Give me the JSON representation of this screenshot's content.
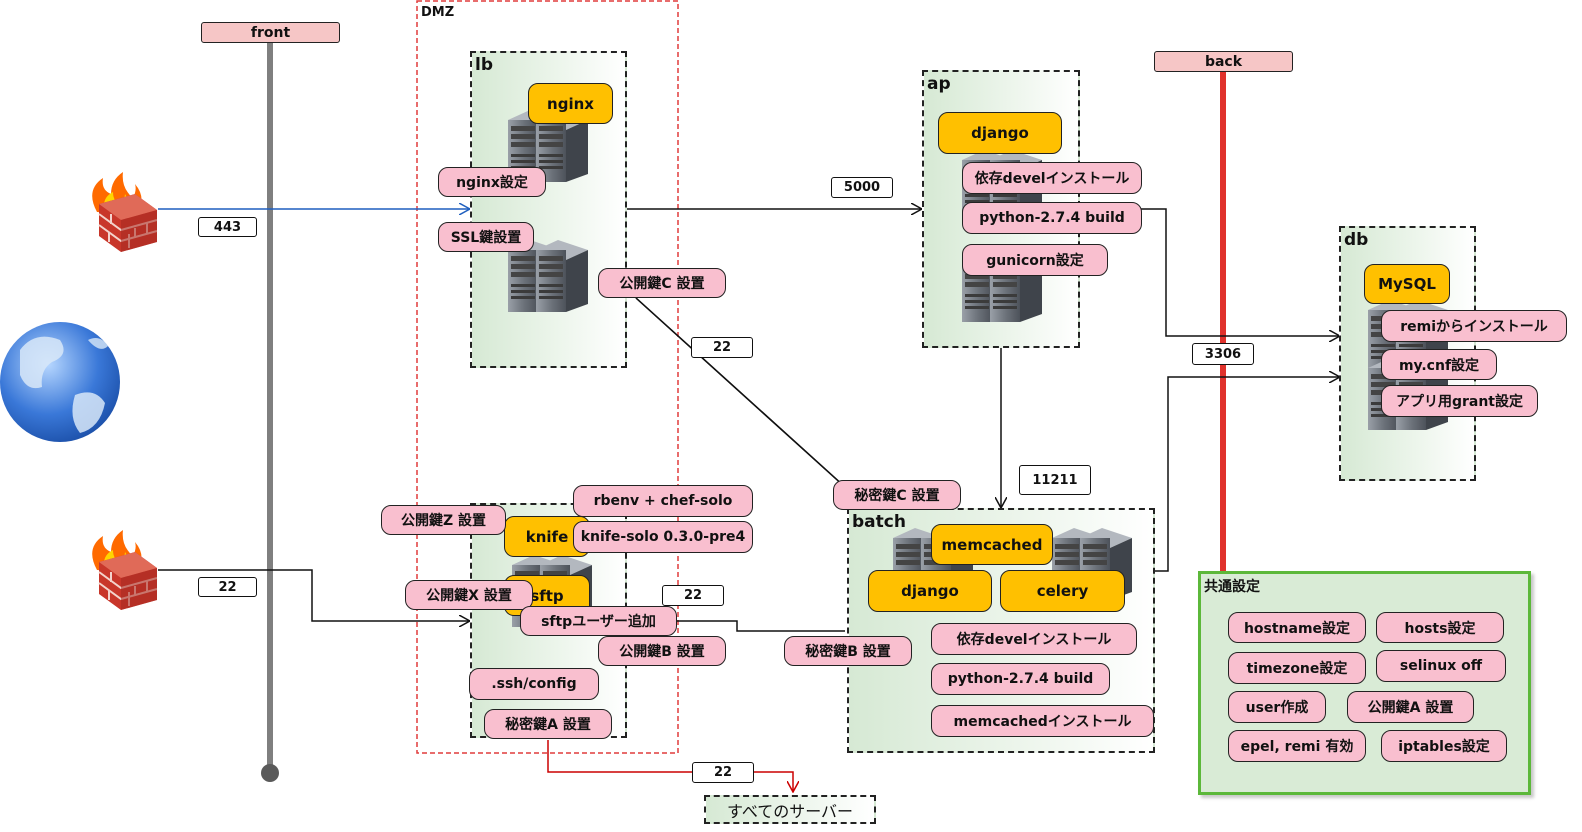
{
  "networks": {
    "front": "front",
    "back": "back"
  },
  "zone": {
    "dmz": "DMZ"
  },
  "hosts": {
    "lb": "lb",
    "ap": "ap",
    "db": "db",
    "batch": "batch"
  },
  "lb": {
    "service": "nginx",
    "tasks": [
      "nginx設定",
      "SSL鍵設置",
      "公開鍵C 設置"
    ]
  },
  "ap": {
    "service": "django",
    "tasks": [
      "依存develインストール",
      "python-2.7.4 build",
      "gunicorn設定"
    ]
  },
  "db": {
    "service": "MySQL",
    "tasks": [
      "remiからインストール",
      "my.cnf設定",
      "アプリ用grant設定"
    ]
  },
  "knife": {
    "services": [
      "knife",
      "sftp"
    ],
    "tasks": [
      "rbenv + chef-solo",
      "knife-solo 0.3.0-pre4",
      "公開鍵Z 設置",
      "公開鍵X 設置",
      "sftpユーザー追加",
      "公開鍵B 設置",
      ".ssh/config",
      "秘密鍵A 設置"
    ]
  },
  "batch": {
    "services": [
      "memcached",
      "django",
      "celery"
    ],
    "tasks": [
      "秘密鍵C 設置",
      "秘密鍵B 設置",
      "依存develインストール",
      "python-2.7.4 build",
      "memcachedインストール"
    ]
  },
  "ports": {
    "https": "443",
    "ssh_front": "22",
    "app": "5000",
    "ssh_lb": "22",
    "ssh_sftp": "22",
    "memcache": "11211",
    "mysql": "3306",
    "ssh_all": "22"
  },
  "common": {
    "title": "共通設定",
    "items": [
      "hostname設定",
      "hosts設定",
      "timezone設定",
      "selinux off",
      "user作成",
      "公開鍵A 設置",
      "epel, remi 有効",
      "iptables設定"
    ]
  },
  "all_servers": "すべてのサーバー",
  "colors": {
    "pink": "#f9bfcf",
    "orange": "#ffc000",
    "back_line": "#e0322c",
    "front_line": "#7f7f7f",
    "https_arrow": "#1f5fbf",
    "ssh_arrow": "#cc0000",
    "common_border": "#5cb83a"
  },
  "icons": [
    "globe-icon",
    "firewall-icon",
    "server-icon"
  ]
}
